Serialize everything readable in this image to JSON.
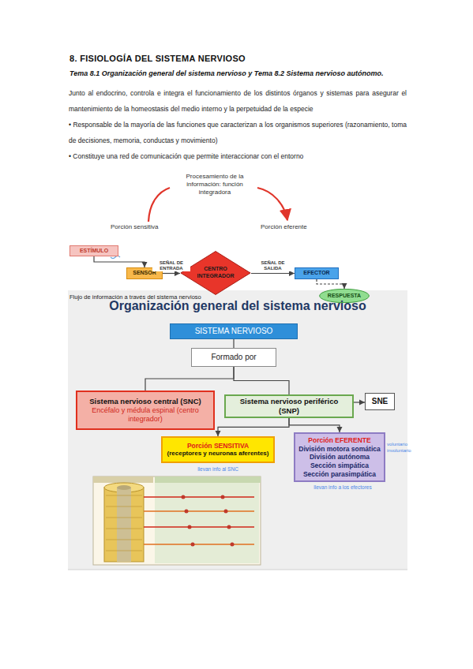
{
  "diagram": {
    "title": "8. FISIOLOGÍA DEL SISTEMA NERVIOSO",
    "caption": "Flujo de información a través del sistema nervioso",
    "nodes": [
      {
        "text": [
          "ESTÍMULO"
        ]
      },
      {
        "text": [
          "SENSOR"
        ]
      },
      {
        "text": [
          "CENTRO INTEGRADOR"
        ]
      },
      {
        "text": [
          "EFECTOR"
        ]
      },
      {
        "text": [
          "RESPUESTA"
        ]
      },
      {
        "text": [
          "Organización general del sistema nervioso"
        ]
      },
      {
        "text": [
          "SISTEMA NERVIOSO"
        ],
        "in": 5
      },
      {
        "text": [
          "Formado por"
        ],
        "in": 5
      },
      {
        "text": [
          "Sistema nervioso central (SNC)",
          "Encéfalo y médula espinal (centro integrador)"
        ],
        "in": 5
      },
      {
        "text": [
          "Sistema nervioso periférico (SNP)"
        ],
        "in": 5
      },
      {
        "text": [
          "SNE"
        ],
        "in": 5
      },
      {
        "text": [
          "Porción SENSITIVA",
          "(receptores y neuronas aferentes)"
        ],
        "in": 5
      },
      {
        "text": [
          "Porción EFERENTE",
          "División motora somática",
          "División autónoma",
          "Sección simpática",
          "Sección parasimpática"
        ],
        "in": 5
      }
    ],
    "edges": [
      {
        "from": 0,
        "to": 1,
        "arrow": "to"
      },
      {
        "from": 1,
        "to": 2,
        "label": "SEÑAL DE ENTRADA",
        "arrow": "to"
      },
      {
        "from": 2,
        "to": 3,
        "label": "SEÑAL DE SALIDA",
        "arrow": "to"
      },
      {
        "from": 3,
        "to": 4,
        "arrow": "to"
      },
      {
        "from": 6,
        "to": 7,
        "arrow": "none"
      },
      {
        "from": 7,
        "to": 8,
        "arrow": "none"
      },
      {
        "from": 7,
        "to": 9,
        "arrow": "none"
      },
      {
        "from": 9,
        "to": 10,
        "arrow": "to"
      },
      {
        "from": 9,
        "to": 11,
        "arrow": "to"
      },
      {
        "from": 9,
        "to": 12,
        "arrow": "to"
      }
    ],
    "labels": [
      "Tema 8.1 Organización general del sistema nervioso y Tema 8.2 Sistema nervioso autónomo.",
      "Junto al endocrino, controla e integra el funcionamiento de los distintos órganos y sistemas para asegurar el mantenimiento de la homeostasis del medio interno y la perpetuidad de la especie",
      "• Responsable de la mayoría de las funciones que caracterizan a los organismos superiores (razonamiento, toma de decisiones, memoria, conductas y movimiento)",
      "• Constituye una red de comunicación que permite interaccionar con el entorno",
      "Procesamiento de la información: función integradora",
      "Porción sensitiva",
      "Porción eferente",
      "llevan info al SNC",
      "llevan info a los efectores",
      "voluntario",
      "involuntario"
    ]
  }
}
